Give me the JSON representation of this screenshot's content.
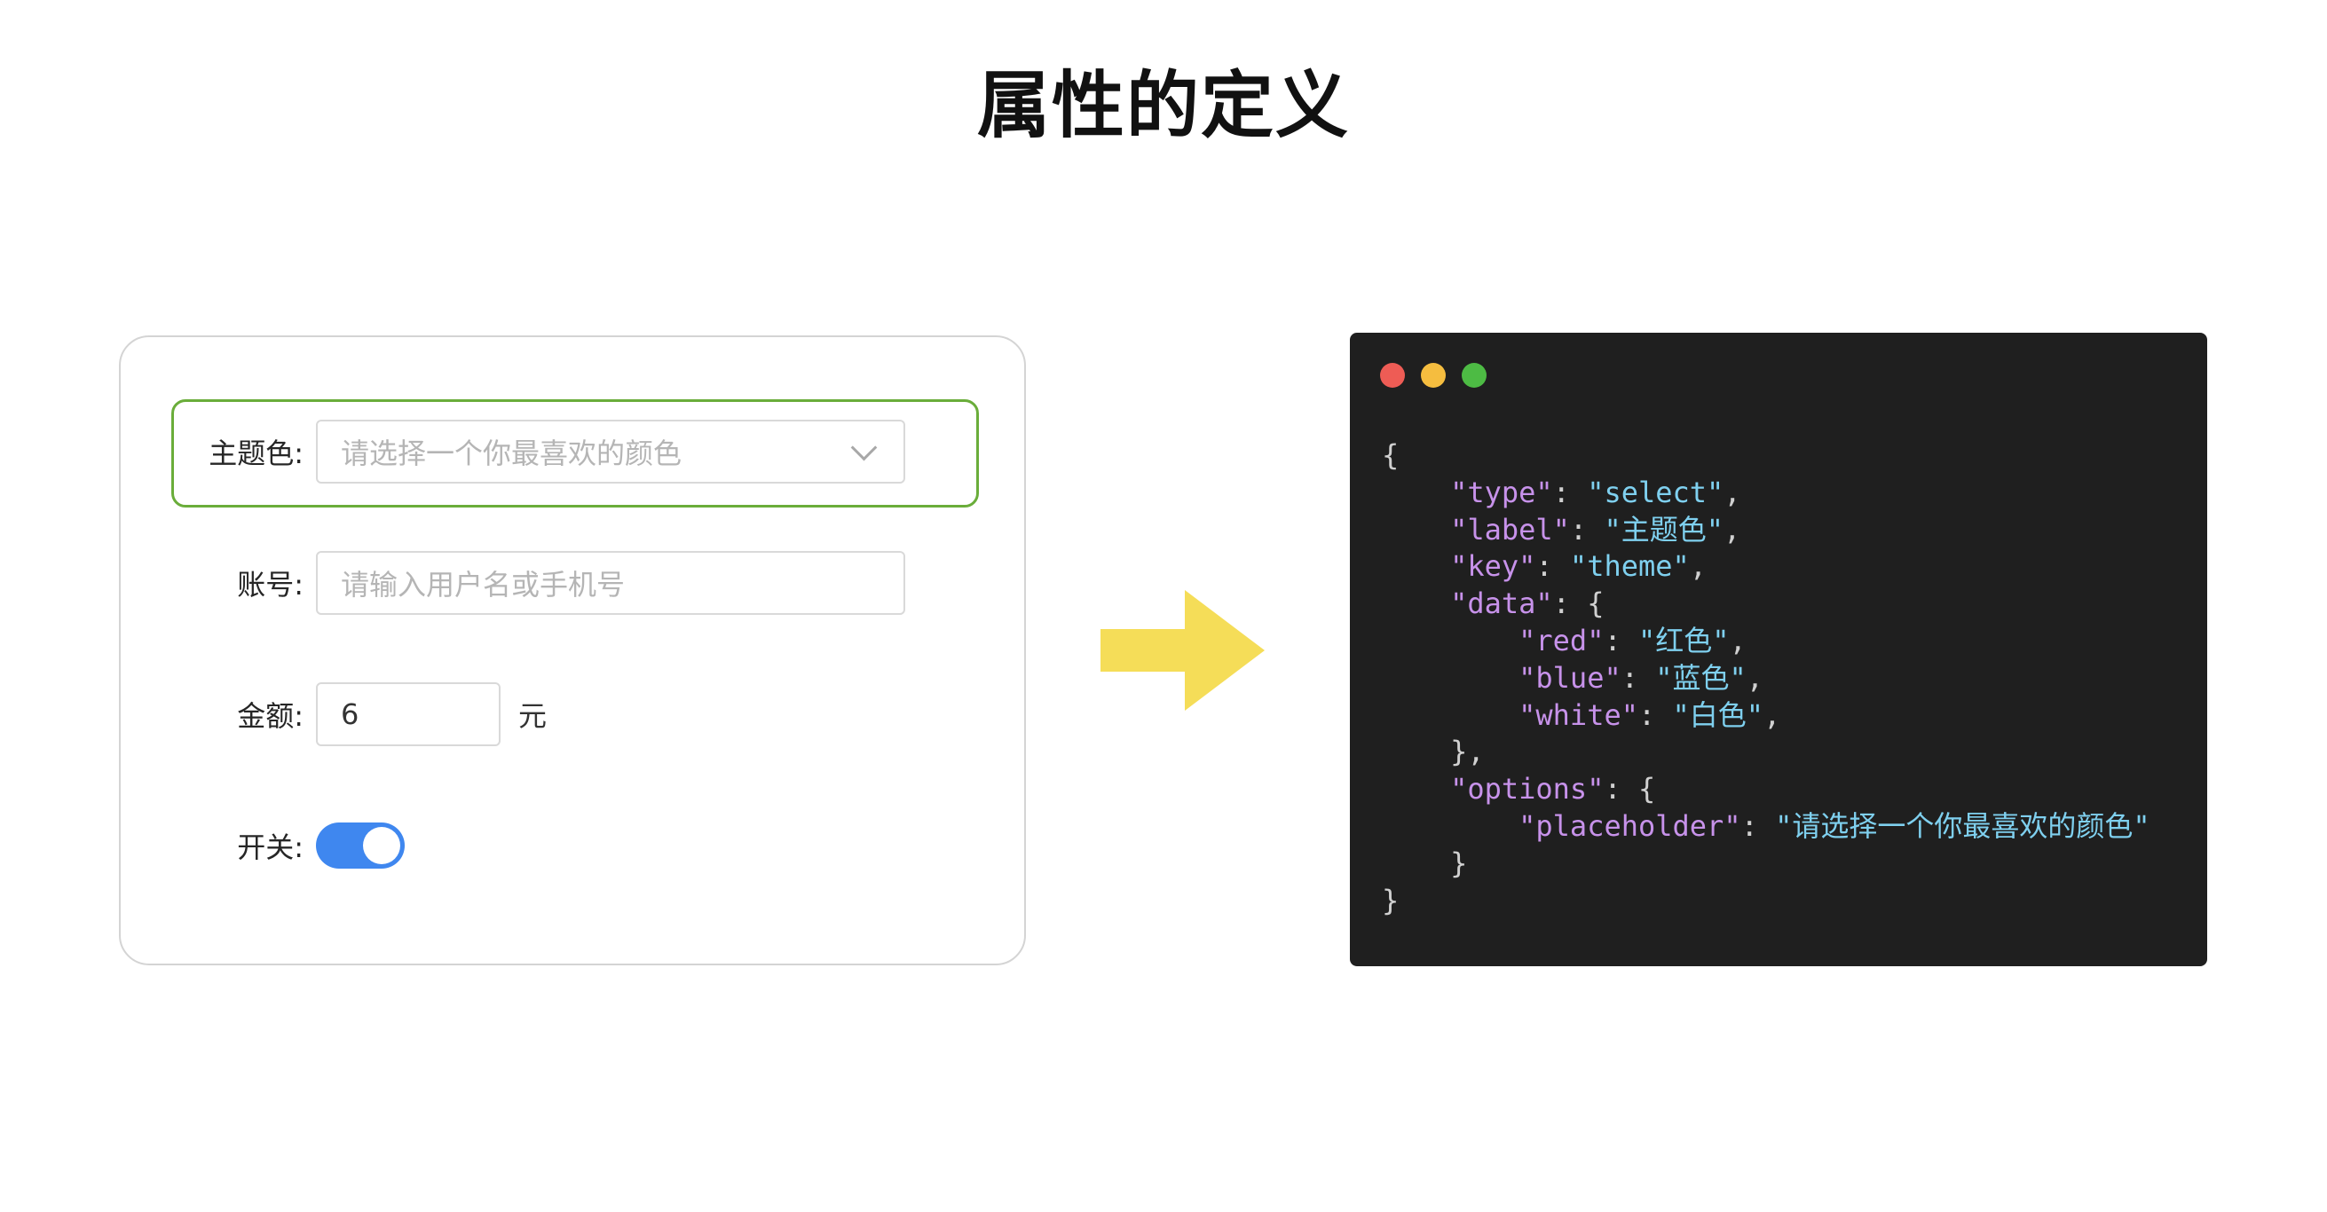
{
  "page": {
    "title": "属性的定义"
  },
  "form": {
    "rows": [
      {
        "label": "主题色:",
        "type": "select",
        "placeholder": "请选择一个你最喜欢的颜色"
      },
      {
        "label": "账号:",
        "type": "input",
        "placeholder": "请输入用户名或手机号"
      },
      {
        "label": "金额:",
        "type": "number",
        "value": "6",
        "unit": "元"
      },
      {
        "label": "开关:",
        "type": "switch",
        "checked": true
      }
    ]
  },
  "code": {
    "open_brace": "{",
    "type_key": "\"type\"",
    "type_value": "\"select\"",
    "label_key": "\"label\"",
    "label_value": "\"主题色\"",
    "key_key": "\"key\"",
    "key_value": "\"theme\"",
    "data_key": "\"data\"",
    "red_key": "\"red\"",
    "red_value": "\"红色\"",
    "blue_key": "\"blue\"",
    "blue_value": "\"蓝色\"",
    "white_key": "\"white\"",
    "white_value": "\"白色\"",
    "options_key": "\"options\"",
    "placeholder_key": "\"placeholder\"",
    "placeholder_value": "\"请选择一个你最喜欢的颜色\"",
    "close_brace": "}"
  },
  "colors": {
    "highlight_border": "#6aad3a",
    "switch_on": "#3f87ef",
    "arrow": "#f5dd58",
    "code_bg": "#1f1f1f",
    "code_key": "#c792ea",
    "code_string": "#7fd0ef"
  },
  "icons": {
    "select_arrow": "chevron-down-icon",
    "arrow": "arrow-right-icon"
  }
}
